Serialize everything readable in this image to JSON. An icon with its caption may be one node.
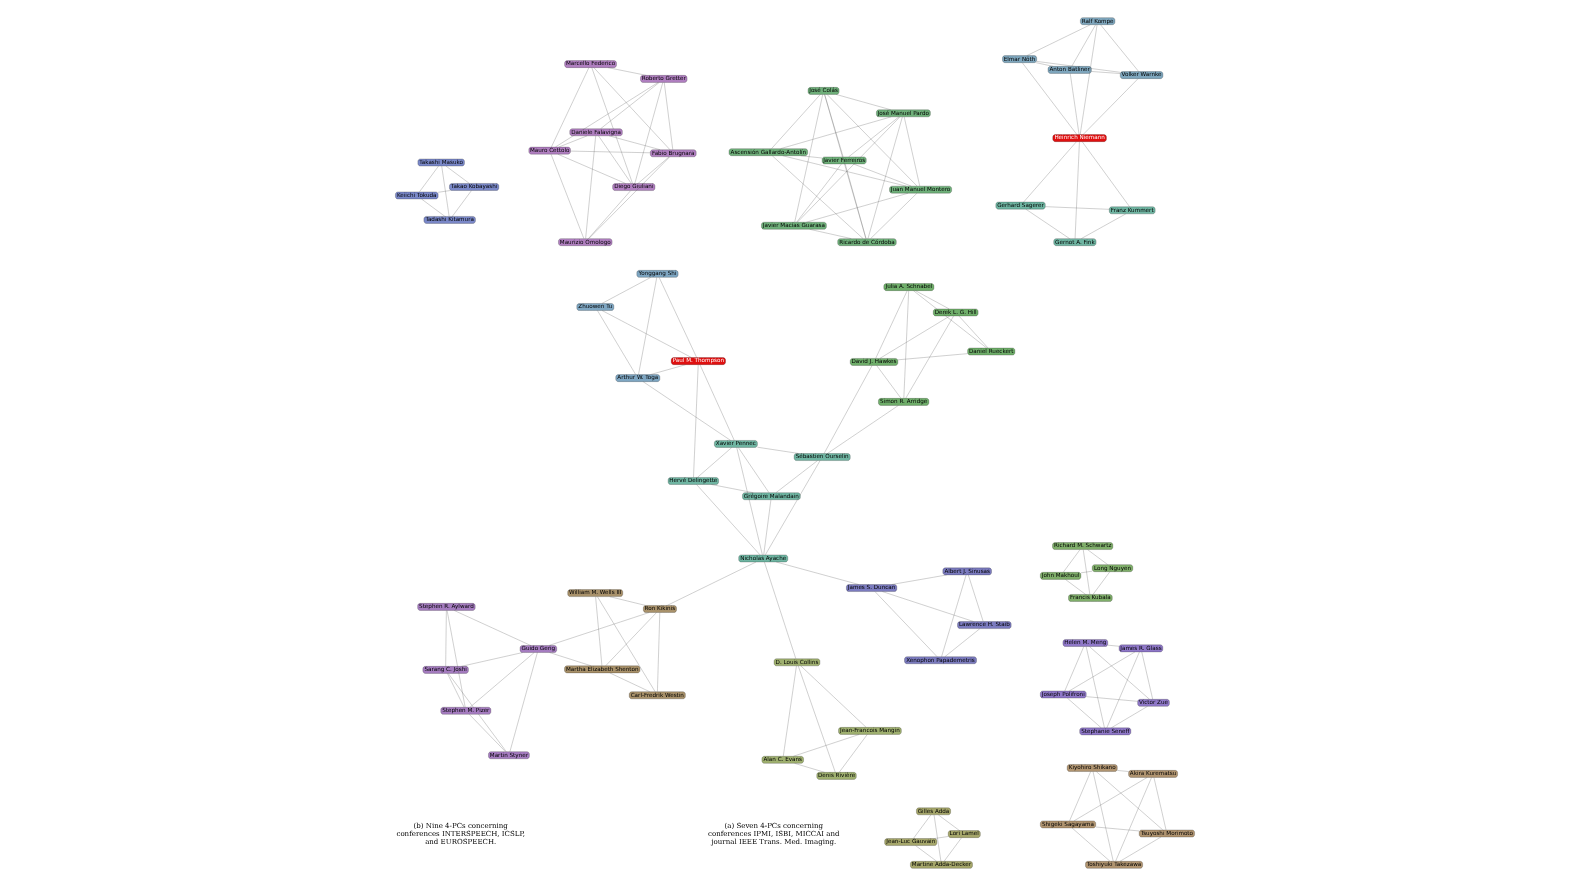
{
  "diagram": {
    "nodes": [
      {
        "text": [
          "Sarang C. Joshi"
        ]
      },
      {
        "text": [
          "Martin Styner"
        ]
      },
      {
        "text": [
          "Stephen M. Pizer"
        ]
      },
      {
        "text": [
          "Stephen R. Aylward"
        ]
      },
      {
        "text": [
          "Guido Gerig"
        ]
      },
      {
        "text": [
          "William M. Wells III"
        ]
      },
      {
        "text": [
          "Martha Elizabeth Shenton"
        ]
      },
      {
        "text": [
          "Carl-Fredrik Westin"
        ]
      },
      {
        "text": [
          "Ron Kikinis"
        ]
      },
      {
        "text": [
          "D. Louis Collins"
        ]
      },
      {
        "text": [
          "Denis Rivière"
        ]
      },
      {
        "text": [
          "Alan C. Evans"
        ]
      },
      {
        "text": [
          "Jean-Francois Mangin"
        ]
      },
      {
        "text": [
          "Lawrence H. Staib"
        ]
      },
      {
        "text": [
          "Albert J. Sinusas"
        ]
      },
      {
        "text": [
          "James S. Duncan"
        ]
      },
      {
        "text": [
          "Xenophon Papademetris"
        ]
      },
      {
        "text": [
          "Nicholas Ayache"
        ]
      },
      {
        "text": [
          "Grégoire Malandain"
        ]
      },
      {
        "text": [
          "Hervé Delingette"
        ]
      },
      {
        "text": [
          "Sébastien Ourselin"
        ]
      },
      {
        "text": [
          "Xavier Pennec"
        ]
      },
      {
        "text": [
          "Paul M. Thompson"
        ]
      },
      {
        "text": [
          "Zhuowen Tu"
        ]
      },
      {
        "text": [
          "Arthur W. Toga"
        ]
      },
      {
        "text": [
          "Yonggang Shi"
        ]
      },
      {
        "text": [
          "Derek L. G. Hill"
        ]
      },
      {
        "text": [
          "David J. Hawkes"
        ]
      },
      {
        "text": [
          "Daniel Rueckert"
        ]
      },
      {
        "text": [
          "Simon R. Arridge"
        ]
      },
      {
        "text": [
          "Julia A. Schnabel"
        ]
      },
      {
        "text": [
          "Elmar Nöth"
        ]
      },
      {
        "text": [
          "Volker Warnke"
        ]
      },
      {
        "text": [
          "Anton Batliner"
        ]
      },
      {
        "text": [
          "Ralf Kompe"
        ]
      },
      {
        "text": [
          "Heinrich Niemann"
        ]
      },
      {
        "text": [
          "Keiichi Tokuda"
        ]
      },
      {
        "text": [
          "Takao Kobayashi"
        ]
      },
      {
        "text": [
          "Tadashi Kitamura"
        ]
      },
      {
        "text": [
          "Takashi Masuko"
        ]
      },
      {
        "text": [
          "Jean-Luc Gauvain"
        ]
      },
      {
        "text": [
          "Lori Lamel"
        ]
      },
      {
        "text": [
          "Martine Adda-Decker"
        ]
      },
      {
        "text": [
          "Gilles Adda"
        ]
      },
      {
        "text": [
          "Marcello Federico"
        ]
      },
      {
        "text": [
          "Fabio Brugnara"
        ]
      },
      {
        "text": [
          "Diego Giuliani"
        ]
      },
      {
        "text": [
          "Daniele Falavigna"
        ]
      },
      {
        "text": [
          "Roberto Gretter"
        ]
      },
      {
        "text": [
          "Mauro Cettolo"
        ]
      },
      {
        "text": [
          "Maurizio Omologo"
        ]
      },
      {
        "text": [
          "Gerhard Sagerer"
        ]
      },
      {
        "text": [
          "Gernot A. Fink"
        ]
      },
      {
        "text": [
          "Franz Kummert"
        ]
      },
      {
        "text": [
          "John Makhoul"
        ]
      },
      {
        "text": [
          "Long Nguyen"
        ]
      },
      {
        "text": [
          "Francis Kubala"
        ]
      },
      {
        "text": [
          "Richard M. Schwartz"
        ]
      },
      {
        "text": [
          "Shigeki Sagayama"
        ]
      },
      {
        "text": [
          "Tsuyoshi Morimoto"
        ]
      },
      {
        "text": [
          "Toshiyuki Takezawa"
        ]
      },
      {
        "text": [
          "Kiyohiro Shikano"
        ]
      },
      {
        "text": [
          "Akira Kurematsu"
        ]
      },
      {
        "text": [
          "Ascensión Gallardo-Antolín"
        ]
      },
      {
        "text": [
          "Juan Manuel Montero"
        ]
      },
      {
        "text": [
          "Ricardo de Córdoba"
        ]
      },
      {
        "text": [
          "José Colás"
        ]
      },
      {
        "text": [
          "José Manuel Pardo"
        ]
      },
      {
        "text": [
          "Javier Ferreiros"
        ]
      },
      {
        "text": [
          "Javier Macías Guarasa"
        ]
      },
      {
        "text": [
          "Joseph Polifroni"
        ]
      },
      {
        "text": [
          "Victor Zue"
        ]
      },
      {
        "text": [
          "Stephanie Seneff"
        ]
      },
      {
        "text": [
          "Helen M. Meng"
        ]
      },
      {
        "text": [
          "James R. Glass"
        ]
      }
    ],
    "edges": [
      {
        "from": 0,
        "to": 1,
        "arrow": "none"
      },
      {
        "from": 0,
        "to": 2,
        "arrow": "none"
      },
      {
        "from": 0,
        "to": 3,
        "arrow": "none"
      },
      {
        "from": 0,
        "to": 4,
        "arrow": "none"
      },
      {
        "from": 1,
        "to": 2,
        "arrow": "none"
      },
      {
        "from": 1,
        "to": 4,
        "arrow": "none"
      },
      {
        "from": 2,
        "to": 3,
        "arrow": "none"
      },
      {
        "from": 2,
        "to": 4,
        "arrow": "none"
      },
      {
        "from": 3,
        "to": 4,
        "arrow": "none"
      },
      {
        "from": 4,
        "to": 6,
        "arrow": "none"
      },
      {
        "from": 4,
        "to": 8,
        "arrow": "none"
      },
      {
        "from": 5,
        "to": 6,
        "arrow": "none"
      },
      {
        "from": 5,
        "to": 7,
        "arrow": "none"
      },
      {
        "from": 5,
        "to": 8,
        "arrow": "none"
      },
      {
        "from": 6,
        "to": 7,
        "arrow": "none"
      },
      {
        "from": 6,
        "to": 8,
        "arrow": "none"
      },
      {
        "from": 7,
        "to": 8,
        "arrow": "none"
      },
      {
        "from": 8,
        "to": 17,
        "arrow": "none"
      },
      {
        "from": 9,
        "to": 10,
        "arrow": "none"
      },
      {
        "from": 9,
        "to": 11,
        "arrow": "none"
      },
      {
        "from": 9,
        "to": 12,
        "arrow": "none"
      },
      {
        "from": 10,
        "to": 11,
        "arrow": "none"
      },
      {
        "from": 10,
        "to": 12,
        "arrow": "none"
      },
      {
        "from": 11,
        "to": 12,
        "arrow": "none"
      },
      {
        "from": 9,
        "to": 17,
        "arrow": "none"
      },
      {
        "from": 13,
        "to": 14,
        "arrow": "none"
      },
      {
        "from": 13,
        "to": 15,
        "arrow": "none"
      },
      {
        "from": 13,
        "to": 16,
        "arrow": "none"
      },
      {
        "from": 14,
        "to": 15,
        "arrow": "none"
      },
      {
        "from": 14,
        "to": 16,
        "arrow": "none"
      },
      {
        "from": 15,
        "to": 16,
        "arrow": "none"
      },
      {
        "from": 15,
        "to": 17,
        "arrow": "none"
      },
      {
        "from": 17,
        "to": 18,
        "arrow": "none"
      },
      {
        "from": 17,
        "to": 19,
        "arrow": "none"
      },
      {
        "from": 17,
        "to": 20,
        "arrow": "none"
      },
      {
        "from": 17,
        "to": 21,
        "arrow": "none"
      },
      {
        "from": 18,
        "to": 19,
        "arrow": "none"
      },
      {
        "from": 18,
        "to": 20,
        "arrow": "none"
      },
      {
        "from": 18,
        "to": 21,
        "arrow": "none"
      },
      {
        "from": 19,
        "to": 21,
        "arrow": "none"
      },
      {
        "from": 20,
        "to": 21,
        "arrow": "none"
      },
      {
        "from": 19,
        "to": 22,
        "arrow": "none"
      },
      {
        "from": 21,
        "to": 22,
        "arrow": "none"
      },
      {
        "from": 21,
        "to": 24,
        "arrow": "none"
      },
      {
        "from": 20,
        "to": 27,
        "arrow": "none"
      },
      {
        "from": 20,
        "to": 29,
        "arrow": "none"
      },
      {
        "from": 22,
        "to": 23,
        "arrow": "none"
      },
      {
        "from": 22,
        "to": 24,
        "arrow": "none"
      },
      {
        "from": 22,
        "to": 25,
        "arrow": "none"
      },
      {
        "from": 23,
        "to": 24,
        "arrow": "none"
      },
      {
        "from": 23,
        "to": 25,
        "arrow": "none"
      },
      {
        "from": 24,
        "to": 25,
        "arrow": "none"
      },
      {
        "from": 26,
        "to": 27,
        "arrow": "none"
      },
      {
        "from": 26,
        "to": 28,
        "arrow": "none"
      },
      {
        "from": 26,
        "to": 29,
        "arrow": "none"
      },
      {
        "from": 26,
        "to": 30,
        "arrow": "none"
      },
      {
        "from": 27,
        "to": 28,
        "arrow": "none"
      },
      {
        "from": 27,
        "to": 29,
        "arrow": "none"
      },
      {
        "from": 27,
        "to": 30,
        "arrow": "none"
      },
      {
        "from": 28,
        "to": 30,
        "arrow": "none"
      },
      {
        "from": 29,
        "to": 30,
        "arrow": "none"
      },
      {
        "from": 31,
        "to": 32,
        "arrow": "none"
      },
      {
        "from": 31,
        "to": 33,
        "arrow": "none"
      },
      {
        "from": 31,
        "to": 34,
        "arrow": "none"
      },
      {
        "from": 31,
        "to": 35,
        "arrow": "none"
      },
      {
        "from": 32,
        "to": 33,
        "arrow": "none"
      },
      {
        "from": 32,
        "to": 34,
        "arrow": "none"
      },
      {
        "from": 32,
        "to": 35,
        "arrow": "none"
      },
      {
        "from": 33,
        "to": 34,
        "arrow": "none"
      },
      {
        "from": 33,
        "to": 35,
        "arrow": "none"
      },
      {
        "from": 34,
        "to": 35,
        "arrow": "none"
      },
      {
        "from": 35,
        "to": 51,
        "arrow": "none"
      },
      {
        "from": 35,
        "to": 52,
        "arrow": "none"
      },
      {
        "from": 35,
        "to": 53,
        "arrow": "none"
      },
      {
        "from": 36,
        "to": 37,
        "arrow": "none"
      },
      {
        "from": 36,
        "to": 38,
        "arrow": "none"
      },
      {
        "from": 36,
        "to": 39,
        "arrow": "none"
      },
      {
        "from": 37,
        "to": 38,
        "arrow": "none"
      },
      {
        "from": 37,
        "to": 39,
        "arrow": "none"
      },
      {
        "from": 38,
        "to": 39,
        "arrow": "none"
      },
      {
        "from": 40,
        "to": 41,
        "arrow": "none"
      },
      {
        "from": 40,
        "to": 42,
        "arrow": "none"
      },
      {
        "from": 40,
        "to": 43,
        "arrow": "none"
      },
      {
        "from": 41,
        "to": 42,
        "arrow": "none"
      },
      {
        "from": 41,
        "to": 43,
        "arrow": "none"
      },
      {
        "from": 42,
        "to": 43,
        "arrow": "none"
      },
      {
        "from": 44,
        "to": 45,
        "arrow": "none"
      },
      {
        "from": 44,
        "to": 46,
        "arrow": "none"
      },
      {
        "from": 44,
        "to": 48,
        "arrow": "none"
      },
      {
        "from": 44,
        "to": 49,
        "arrow": "none"
      },
      {
        "from": 45,
        "to": 46,
        "arrow": "none"
      },
      {
        "from": 45,
        "to": 47,
        "arrow": "none"
      },
      {
        "from": 45,
        "to": 48,
        "arrow": "none"
      },
      {
        "from": 45,
        "to": 49,
        "arrow": "none"
      },
      {
        "from": 45,
        "to": 50,
        "arrow": "none"
      },
      {
        "from": 46,
        "to": 47,
        "arrow": "none"
      },
      {
        "from": 46,
        "to": 48,
        "arrow": "none"
      },
      {
        "from": 46,
        "to": 49,
        "arrow": "none"
      },
      {
        "from": 46,
        "to": 50,
        "arrow": "none"
      },
      {
        "from": 47,
        "to": 48,
        "arrow": "none"
      },
      {
        "from": 47,
        "to": 49,
        "arrow": "none"
      },
      {
        "from": 47,
        "to": 50,
        "arrow": "none"
      },
      {
        "from": 48,
        "to": 49,
        "arrow": "none"
      },
      {
        "from": 49,
        "to": 50,
        "arrow": "none"
      },
      {
        "from": 51,
        "to": 52,
        "arrow": "none"
      },
      {
        "from": 51,
        "to": 53,
        "arrow": "none"
      },
      {
        "from": 52,
        "to": 53,
        "arrow": "none"
      },
      {
        "from": 54,
        "to": 55,
        "arrow": "none"
      },
      {
        "from": 54,
        "to": 56,
        "arrow": "none"
      },
      {
        "from": 54,
        "to": 57,
        "arrow": "none"
      },
      {
        "from": 55,
        "to": 56,
        "arrow": "none"
      },
      {
        "from": 55,
        "to": 57,
        "arrow": "none"
      },
      {
        "from": 56,
        "to": 57,
        "arrow": "none"
      },
      {
        "from": 58,
        "to": 59,
        "arrow": "none"
      },
      {
        "from": 58,
        "to": 60,
        "arrow": "none"
      },
      {
        "from": 58,
        "to": 61,
        "arrow": "none"
      },
      {
        "from": 58,
        "to": 62,
        "arrow": "none"
      },
      {
        "from": 59,
        "to": 60,
        "arrow": "none"
      },
      {
        "from": 59,
        "to": 61,
        "arrow": "none"
      },
      {
        "from": 59,
        "to": 62,
        "arrow": "none"
      },
      {
        "from": 60,
        "to": 61,
        "arrow": "none"
      },
      {
        "from": 60,
        "to": 62,
        "arrow": "none"
      },
      {
        "from": 61,
        "to": 62,
        "arrow": "none"
      },
      {
        "from": 63,
        "to": 64,
        "arrow": "none"
      },
      {
        "from": 63,
        "to": 65,
        "arrow": "none"
      },
      {
        "from": 63,
        "to": 66,
        "arrow": "none"
      },
      {
        "from": 63,
        "to": 67,
        "arrow": "none"
      },
      {
        "from": 63,
        "to": 68,
        "arrow": "none"
      },
      {
        "from": 64,
        "to": 65,
        "arrow": "none"
      },
      {
        "from": 64,
        "to": 66,
        "arrow": "none"
      },
      {
        "from": 64,
        "to": 67,
        "arrow": "none"
      },
      {
        "from": 64,
        "to": 68,
        "arrow": "none"
      },
      {
        "from": 64,
        "to": 69,
        "arrow": "none"
      },
      {
        "from": 65,
        "to": 66,
        "arrow": "none"
      },
      {
        "from": 65,
        "to": 67,
        "arrow": "none"
      },
      {
        "from": 65,
        "to": 68,
        "arrow": "none"
      },
      {
        "from": 65,
        "to": 69,
        "arrow": "none"
      },
      {
        "from": 66,
        "to": 67,
        "arrow": "none"
      },
      {
        "from": 66,
        "to": 68,
        "arrow": "none"
      },
      {
        "from": 66,
        "to": 69,
        "arrow": "none"
      },
      {
        "from": 67,
        "to": 68,
        "arrow": "none"
      },
      {
        "from": 67,
        "to": 69,
        "arrow": "none"
      },
      {
        "from": 68,
        "to": 69,
        "arrow": "none"
      },
      {
        "from": 70,
        "to": 71,
        "arrow": "none"
      },
      {
        "from": 70,
        "to": 72,
        "arrow": "none"
      },
      {
        "from": 70,
        "to": 73,
        "arrow": "none"
      },
      {
        "from": 70,
        "to": 74,
        "arrow": "none"
      },
      {
        "from": 71,
        "to": 72,
        "arrow": "none"
      },
      {
        "from": 71,
        "to": 73,
        "arrow": "none"
      },
      {
        "from": 71,
        "to": 74,
        "arrow": "none"
      },
      {
        "from": 72,
        "to": 73,
        "arrow": "none"
      },
      {
        "from": 72,
        "to": 74,
        "arrow": "none"
      },
      {
        "from": 73,
        "to": 74,
        "arrow": "none"
      }
    ],
    "labels": [
      "(a) Seven 4-PCs concerning conferences IPMI, ISBI, MICCAI and journal IEEE Trans. Med. Imaging.",
      "(b) Nine 4-PCs concerning conferences INTERSPEECH, ICSLP, and EUROSPEECH."
    ]
  }
}
